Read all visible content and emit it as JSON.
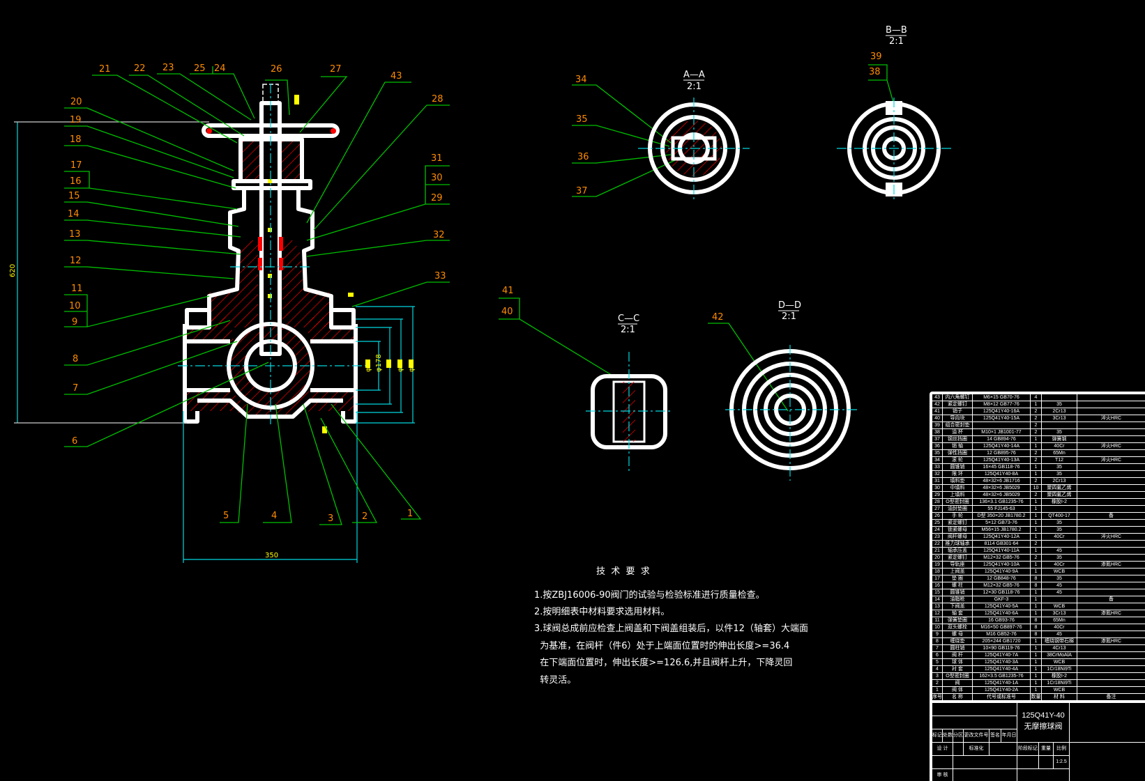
{
  "callouts": [
    "1",
    "2",
    "3",
    "4",
    "5",
    "6",
    "7",
    "8",
    "9",
    "10",
    "11",
    "12",
    "13",
    "14",
    "15",
    "16",
    "17",
    "18",
    "19",
    "20",
    "21",
    "22",
    "23",
    "24",
    "25",
    "26",
    "27",
    "28",
    "29",
    "30",
    "31",
    "32",
    "33",
    "34",
    "35",
    "36",
    "37",
    "38",
    "39",
    "40",
    "41",
    "42",
    "43"
  ],
  "dimensions": {
    "height": "620",
    "width": "350",
    "bore": "φ178",
    "dia_a": "φ",
    "dia_b": "φ",
    "dia_c": "φ"
  },
  "sections": {
    "aa": {
      "name": "A—A",
      "scale": "2:1"
    },
    "bb": {
      "name": "B—B",
      "scale": "2:1"
    },
    "cc": {
      "name": "C—C",
      "scale": "2:1"
    },
    "dd": {
      "name": "D—D",
      "scale": "2:1"
    }
  },
  "tech": {
    "title": "技  术  要  求",
    "lines": [
      "1.按ZBJ16006-90阀门的试验与检验标准进行质量检查。",
      "2.按明细表中材料要求选用材料。",
      "3.球阀总成前应检查上阀盖和下阀盖组装后，以件12（轴套）大端面",
      "  为基准，在阀杆（件6）处于上端面位置时的伸出长度>=36.4",
      "  在下端面位置时，伸出长度>=126.6,并且阀杆上升，下降灵回",
      "  转灵活。"
    ]
  },
  "bom": {
    "header": [
      "序号",
      "名 称",
      "代号或标准号",
      "数量",
      "材 料",
      "备注"
    ],
    "rows": [
      [
        "43",
        "内六角螺钉",
        "M6×15 GB70-76",
        "4",
        "",
        ""
      ],
      [
        "42",
        "紧定螺钉",
        "M8×12 GB77-76",
        "1",
        "35",
        ""
      ],
      [
        "41",
        "销子",
        "125Q41Y40-16A",
        "2",
        "2Cr13",
        ""
      ],
      [
        "40",
        "导向块",
        "125Q41Y40-15A",
        "2",
        "3Cr13",
        "淬火HRC"
      ],
      [
        "39",
        "组合密封垫",
        "",
        "2",
        "",
        ""
      ],
      [
        "38",
        "油 杯",
        "M10×1 JB1001-77",
        "2",
        "35",
        ""
      ],
      [
        "37",
        "钢丝挡圈",
        "14 GB894-76",
        "1",
        "弹簧钢",
        ""
      ],
      [
        "36",
        "销 轴",
        "125Q41Y40-14A",
        "1",
        "40Cr",
        "淬火HRC"
      ],
      [
        "35",
        "弹性挡圈",
        "12 GB895-76",
        "2",
        "65Mn",
        ""
      ],
      [
        "34",
        "滚 轮",
        "125Q41Y40-13A",
        "2",
        "T12",
        "淬火HRC"
      ],
      [
        "33",
        "圆锥销",
        "16×45 GB118-76",
        "1",
        "35",
        ""
      ],
      [
        "32",
        "限 环",
        "125Q41Y40-8A",
        "1",
        "35",
        ""
      ],
      [
        "31",
        "填料垫",
        "48×32×6 JB1716",
        "2",
        "2Cr13",
        ""
      ],
      [
        "30",
        "中填料",
        "48×32×6 JB5029",
        "10",
        "聚四氟乙烯",
        ""
      ],
      [
        "29",
        "上填料",
        "48×32×6 JB5029",
        "2",
        "聚四氟乙烯",
        ""
      ],
      [
        "28",
        "O型密封圈",
        "136×3.1 GB1235-76",
        "1",
        "橡胶I-2",
        ""
      ],
      [
        "27",
        "油封垫圈",
        "55 FJ145-63",
        "1",
        "",
        ""
      ],
      [
        "26",
        "手 轮",
        "D型 350×20 JB1780.2",
        "1",
        "QT400-17",
        "备"
      ],
      [
        "25",
        "紧定螺钉",
        "5×12 GB73-76",
        "1",
        "35",
        ""
      ],
      [
        "24",
        "锁紧螺母",
        "M56×15 JB1780.2",
        "1",
        "35",
        ""
      ],
      [
        "23",
        "阀杆螺母",
        "125Q41Y40-12A",
        "1",
        "40Cr",
        "淬火HRC"
      ],
      [
        "22",
        "推力球轴承",
        "8114 GB301-64",
        "2",
        "",
        ""
      ],
      [
        "21",
        "轴承压盖",
        "125Q41Y40-11A",
        "1",
        "45",
        ""
      ],
      [
        "20",
        "紧定螺钉",
        "M12×32 GB5-76",
        "2",
        "35",
        ""
      ],
      [
        "19",
        "导轨座",
        "125Q41Y40-10A",
        "1",
        "40Cr",
        "渗氮HRC"
      ],
      [
        "18",
        "上阀盖",
        "125Q41Y40-9A",
        "1",
        "WCB",
        ""
      ],
      [
        "17",
        "垫 圈",
        "12 GB848-76",
        "8",
        "35",
        ""
      ],
      [
        "16",
        "螺 柱",
        "M12×32 GB5-76",
        "8",
        "45",
        ""
      ],
      [
        "15",
        "圆锥销",
        "12×30 GB118-76",
        "1",
        "45",
        ""
      ],
      [
        "14",
        "油脂枪",
        "GKF-3",
        "1",
        "",
        "备"
      ],
      [
        "13",
        "下阀盖",
        "125Q41Y40-5A",
        "1",
        "WCB",
        ""
      ],
      [
        "12",
        "轴 套",
        "125Q41Y40-6A",
        "1",
        "3Cr13",
        "渗氮HRC"
      ],
      [
        "11",
        "弹簧垫圈",
        "16 GB93-76",
        "8",
        "65Mn",
        ""
      ],
      [
        "10",
        "双头螺栓",
        "M16×50 GB897-76",
        "8",
        "40Cr",
        ""
      ],
      [
        "9",
        "螺 母",
        "M16 GB52-76",
        "8",
        "45",
        ""
      ],
      [
        "8",
        "缠绕垫",
        "205×244 GB1720",
        "1",
        "缠绕钢带石棉",
        "渗氮HRC"
      ],
      [
        "7",
        "圆柱销",
        "10×90 GB119-76",
        "1",
        "4Cr13",
        ""
      ],
      [
        "6",
        "阀 杆",
        "125Q41Y40-7A",
        "1",
        "38CrMoAlA",
        ""
      ],
      [
        "5",
        "球 体",
        "125Q41Y40-3A",
        "1",
        "WCB",
        ""
      ],
      [
        "4",
        "衬 套",
        "125Q41Y40-4A",
        "1",
        "1Cr18Ni9Ti",
        ""
      ],
      [
        "3",
        "O型密封圈",
        "162×3.5 GB1235-76",
        "1",
        "橡胶I-2",
        ""
      ],
      [
        "2",
        "阀",
        "125Q41Y40-1A",
        "1",
        "1Cr18Ni9Ti",
        ""
      ],
      [
        "1",
        "阀 体",
        "125Q41Y40-2A",
        "1",
        "WCB",
        ""
      ]
    ]
  },
  "titleblock": {
    "drawing_no": "125Q41Y-40",
    "name": "无摩擦球阀",
    "rev_headers": [
      "标记",
      "处数",
      "分区",
      "更改文件号",
      "签名",
      "年月日"
    ],
    "designer": "设 计",
    "standard": "标准化",
    "check": "审 核",
    "stage": "阶段标记",
    "weight": "重量",
    "scale_label": "比例",
    "scale": "1:2.5"
  },
  "colors": {
    "outline": "#ffffff",
    "hatch": "#ff0000",
    "leader": "#00c000",
    "center": "#00d8e0",
    "label": "#ff8c00",
    "dimension": "#ffff00"
  }
}
